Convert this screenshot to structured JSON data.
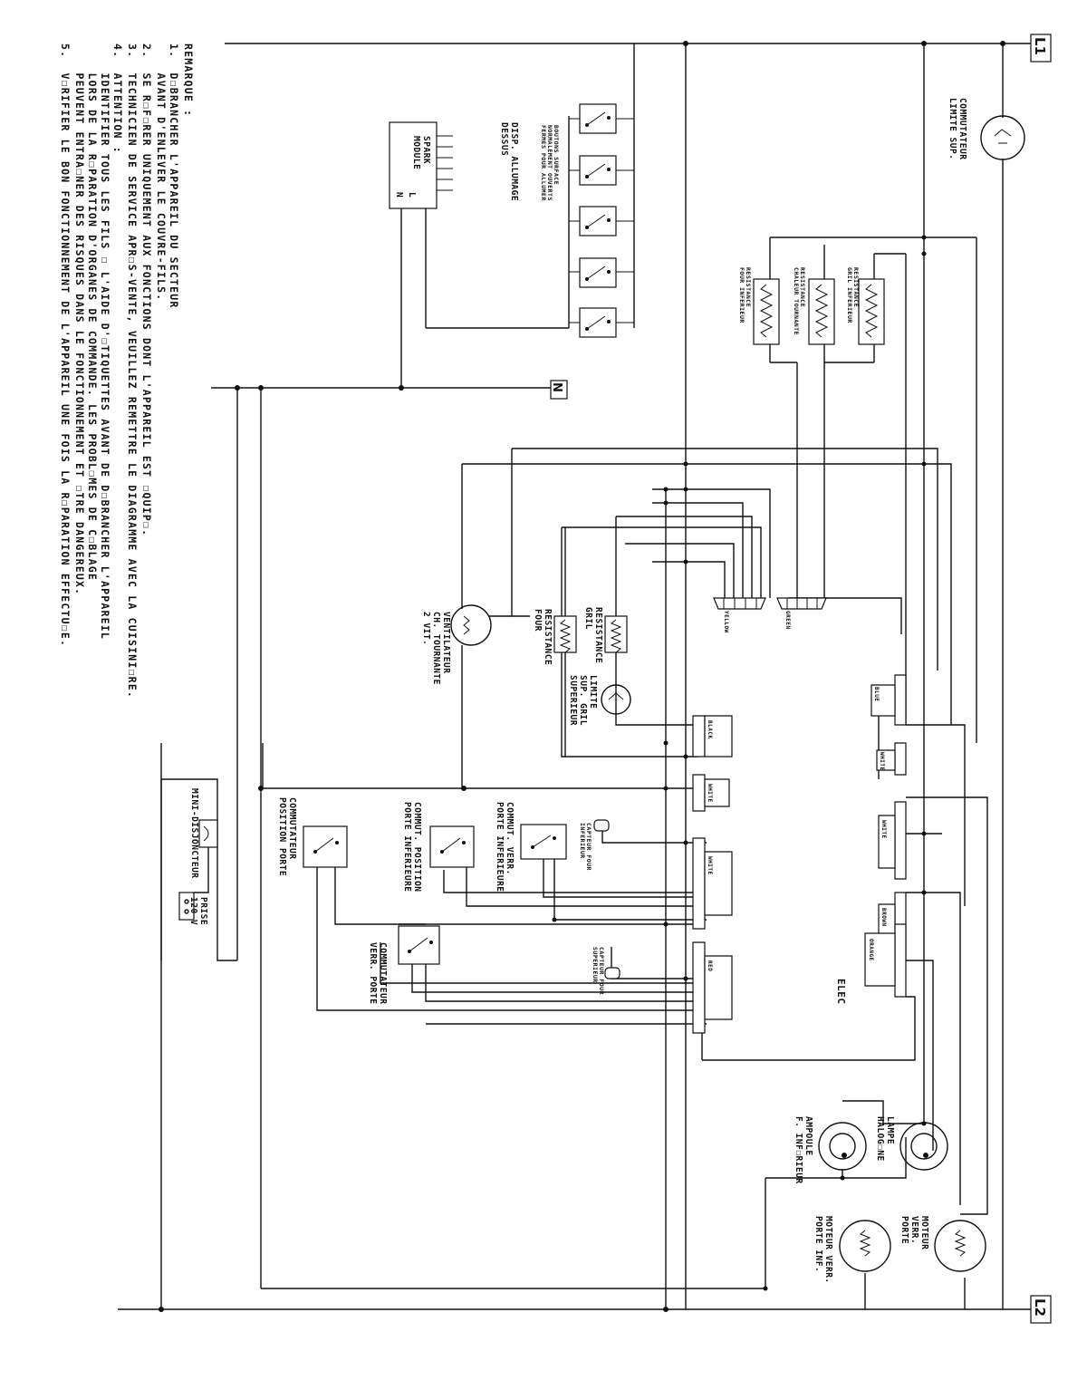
{
  "diagram": {
    "terminals": {
      "l1": "L1",
      "l2": "L2",
      "n": "N"
    },
    "components": {
      "commutateur_limite_sup": [
        "COMMUTATEUR",
        "LIMITE SUP."
      ],
      "resistance_gril": [
        "RESISTANCE",
        "GRIL INFERIEUR"
      ],
      "resistance_chaleur": [
        "RESISTANCE",
        "CHALEUR TOURNANTE"
      ],
      "resistance_four_inf": [
        "RESISTANCE",
        "FOUR INFERIEUR"
      ],
      "dispositif_allumage": [
        "DISP. ALLUMAGE",
        "DESSUS"
      ],
      "spark_module": [
        "SPARK",
        "MODULE"
      ],
      "spark_l": "L",
      "spark_n": "N",
      "switches_note": [
        "BOUTONS SURFACE",
        "NORMALEMENT OUVERTS",
        "FERMES POUR ALLUMER"
      ],
      "resistance_gril2": [
        "RESISTANCE",
        "GRIL"
      ],
      "resistance_four": [
        "RESISTANCE",
        "FOUR"
      ],
      "ventilateur": [
        "VENTILATEUR",
        "CH. TOURNANTE",
        "2 VIT."
      ],
      "limite_sup_gril": [
        "LIMITE",
        "SUP. GRIL",
        "SUPERIEUR"
      ],
      "commut_verr_porte_inf": [
        "COMMUT. VERR.",
        "PORTE INFERIEURE"
      ],
      "commut_position_porte_inf": [
        "COMMUT. POSITION",
        "PORTE INFERIEURE"
      ],
      "commutateur_position_porte": [
        "COMMUTATEUR",
        "POSITION PORTE"
      ],
      "commutateur_verr_porte": [
        "COMMUTATEUR",
        "VERR. PORTE"
      ],
      "capteur_four_inf": [
        "CAPTEUR FOUR",
        "INFERIEUR"
      ],
      "capteur_four_sup": [
        "CAPTEUR FOUR",
        "SUPERIEUR"
      ],
      "mini_disjoncteur": "MINI-DISJONCTEUR",
      "prise": [
        "PRISE",
        "120 V"
      ],
      "lampe_halogene": [
        "LAMPE",
        "HALOG☐NE"
      ],
      "ampoule_inf": [
        "AMPOULE",
        "F. INF☐RIEUR"
      ],
      "moteur_verr_porte": [
        "MOTEUR",
        "VERR.",
        "PORTE"
      ],
      "moteur_verr_porte_inf": [
        "MOTEUR VERR.",
        "PORTE INF."
      ],
      "elec": "ELEC",
      "connector_yellow": "YELLOW",
      "connector_green": "GREEN",
      "connector_blue": "BLUE",
      "connector_black": "BLACK",
      "connector_white": "WHITE",
      "connector_brown": "BROWN",
      "connector_orange": "ORANGE",
      "connector_red": "RED"
    },
    "notes": {
      "title": "REMARQUE :",
      "lines": [
        "1.  D☐BRANCHER L'APPAREIL DU SECTEUR",
        "    AVANT D'ENLEVER LE COUVRE-FILS.",
        "2.  SE R☐F☐RER UNIQUEMENT AUX FONCTIONS DONT L'APPAREIL EST ☐QUIP☐.",
        "3.  TECHNICIEN DE SERVICE APR☐S-VENTE, VEUILLEZ REMETTRE LE DIAGRAMME AVEC LA CUISINI☐RE.",
        "4.  ATTENTION :",
        "    IDENTIFIER TOUS LES FILS ☐ L'AIDE D'☐TIQUETTES AVANT DE D☐BRANCHER L'APPAREIL",
        "    LORS DE LA R☐PARATION D'ORGANES DE COMMANDE. LES PROBL☐MES DE C☐BLAGE",
        "    PEUVENT ENTRA☐NER DES RISQUES DANS LE FONCTIONNEMENT ET ☐TRE DANGEREUX.",
        "5.  V☐RIFIER LE BON FONCTIONNEMENT DE L'APPAREIL UNE FOIS LA R☐PARATION EFFECTU☐E."
      ]
    }
  }
}
